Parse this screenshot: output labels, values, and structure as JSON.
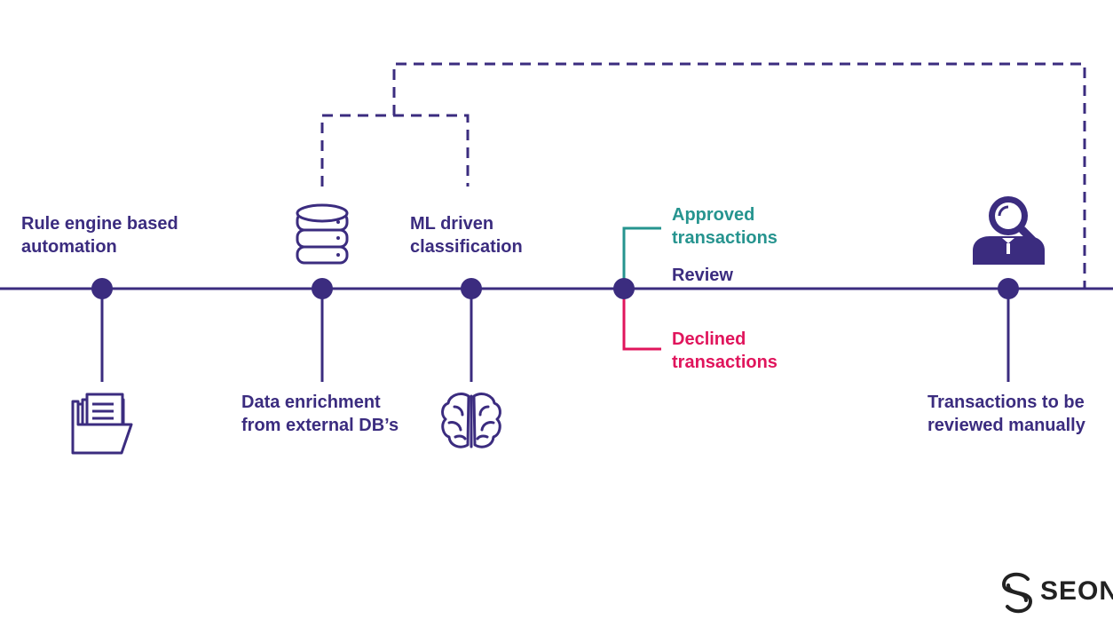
{
  "colors": {
    "primary": "#3b2c7f",
    "approved": "#26948f",
    "declined": "#e0155c",
    "brand": "#222222"
  },
  "steps": {
    "rule_engine": {
      "line1": "Rule engine based",
      "line2": "automation",
      "icon": "folder-documents-icon"
    },
    "data_enrichment": {
      "line1": "Data enrichment",
      "line2": "from external DB’s",
      "icon": "database-icon"
    },
    "ml_classification": {
      "line1": "ML driven",
      "line2": "classification",
      "icon": "brain-icon"
    },
    "decision": {
      "approved_line1": "Approved",
      "approved_line2": "transactions",
      "review": "Review",
      "declined_line1": "Declined",
      "declined_line2": "transactions"
    },
    "manual_review": {
      "line1": "Transactions to be",
      "line2": "reviewed manually",
      "icon": "reviewer-magnifier-icon"
    }
  },
  "brand": {
    "name": "SEON",
    "icon": "seon-logo-icon"
  }
}
